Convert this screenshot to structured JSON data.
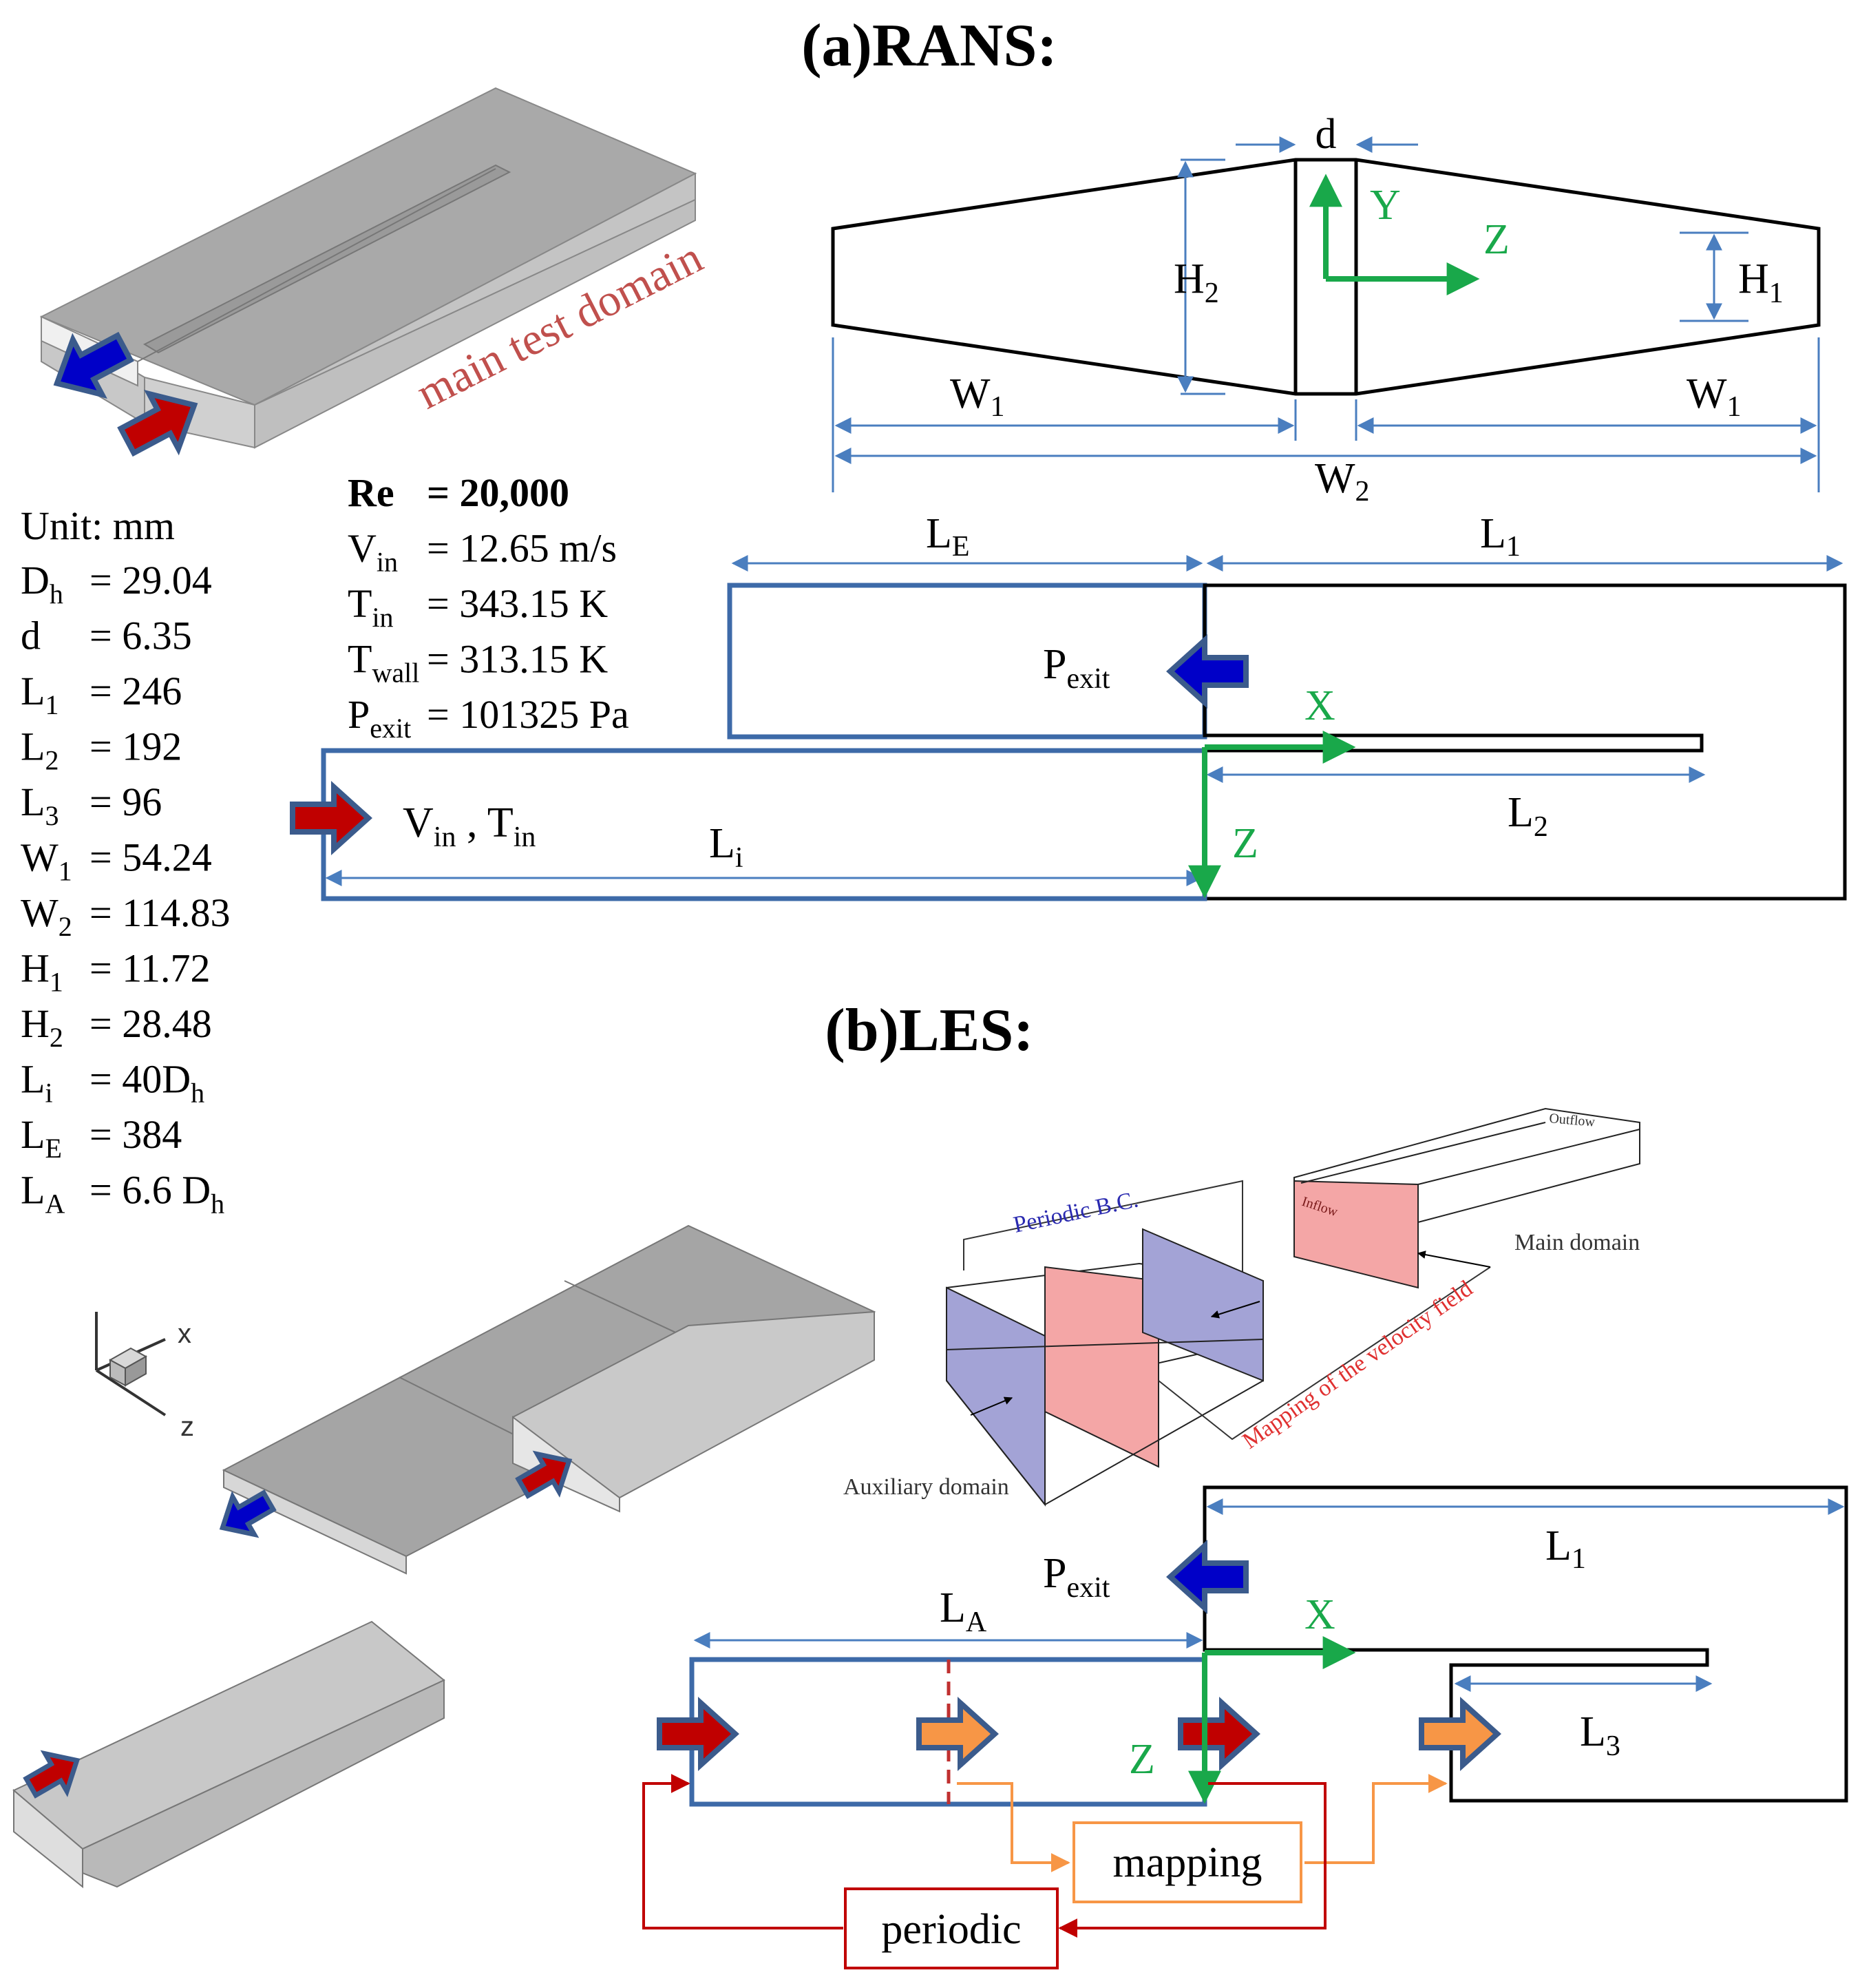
{
  "titles": {
    "rans": "(a)RANS:",
    "les": "(b)LES:"
  },
  "iso_top": {
    "label": "main test domain",
    "label_color": "#c0504d"
  },
  "units": {
    "header": "Unit: mm",
    "params": [
      {
        "sym": "D",
        "sub": "h",
        "val": "= 29.04"
      },
      {
        "sym": "d",
        "sub": "",
        "val": "= 6.35"
      },
      {
        "sym": "L",
        "sub": "1",
        "val": "= 246"
      },
      {
        "sym": "L",
        "sub": "2",
        "val": "= 192"
      },
      {
        "sym": "L",
        "sub": "3",
        "val": "= 96"
      },
      {
        "sym": "W",
        "sub": "1",
        "val": "= 54.24"
      },
      {
        "sym": "W",
        "sub": "2",
        "val": "= 114.83"
      },
      {
        "sym": "H",
        "sub": "1",
        "val": "= 11.72"
      },
      {
        "sym": "H",
        "sub": "2",
        "val": "= 28.48"
      },
      {
        "sym": "L",
        "sub": "i",
        "val": "= 40D",
        "tail_sub": "h"
      },
      {
        "sym": "L",
        "sub": "E",
        "val": "= 384"
      },
      {
        "sym": "L",
        "sub": "A",
        "val": "= 6.6 D",
        "tail_sub": "h"
      }
    ]
  },
  "conditions": [
    {
      "sym": "Re",
      "sub": "",
      "val": "= 20,000",
      "bold": true
    },
    {
      "sym": "V",
      "sub": "in",
      "val": "= 12.65 m/s"
    },
    {
      "sym": "T",
      "sub": "in",
      "val": "= 343.15 K"
    },
    {
      "sym": "T",
      "sub": "wall",
      "val": "= 313.15 K"
    },
    {
      "sym": "P",
      "sub": "exit",
      "val": "= 101325 Pa"
    }
  ],
  "cross_section": {
    "d": "d",
    "H2": {
      "sym": "H",
      "sub": "2"
    },
    "H1": {
      "sym": "H",
      "sub": "1"
    },
    "W1": {
      "sym": "W",
      "sub": "1"
    },
    "W2": {
      "sym": "W",
      "sub": "2"
    },
    "axis_y": "Y",
    "axis_z": "Z"
  },
  "rans_plan": {
    "LE": {
      "sym": "L",
      "sub": "E"
    },
    "L1": {
      "sym": "L",
      "sub": "1"
    },
    "Pexit": {
      "sym": "P",
      "sub": "exit"
    },
    "axis_x": "X",
    "axis_z": "Z",
    "L2": {
      "sym": "L",
      "sub": "2"
    },
    "Li": {
      "sym": "L",
      "sub": "i"
    },
    "inlet": {
      "v": "V",
      "v_sub": "in",
      "sep": " , ",
      "t": "T",
      "t_sub": "in"
    }
  },
  "les_plan": {
    "L1": {
      "sym": "L",
      "sub": "1"
    },
    "Pexit": {
      "sym": "P",
      "sub": "exit"
    },
    "LA": {
      "sym": "L",
      "sub": "A"
    },
    "axis_x": "X",
    "axis_z": "Z",
    "L3": {
      "sym": "L",
      "sub": "3"
    },
    "mapping": "mapping",
    "periodic": "periodic"
  },
  "les_schematic": {
    "periodic_bc": "Periodic B.C.",
    "inflow": "Inflow",
    "outflow": "Outflow",
    "main_domain": "Main domain",
    "mapping_field": "Mapping of the velocity field",
    "auxiliary": "Auxiliary domain"
  },
  "axes_glyph": {
    "x": "x",
    "z": "z"
  },
  "colors": {
    "blue_line": "#3d6aa8",
    "dim_blue": "#4a7ebf",
    "green": "#19a84a",
    "red": "#c00000",
    "dark_red": "#b01a1a",
    "orange": "#f79646",
    "arrow_blue": "#0000c8",
    "arrow_outline": "#3b5b8c",
    "periodic_face": "#a3a3d6",
    "inflow_face": "#f4a6a6"
  }
}
